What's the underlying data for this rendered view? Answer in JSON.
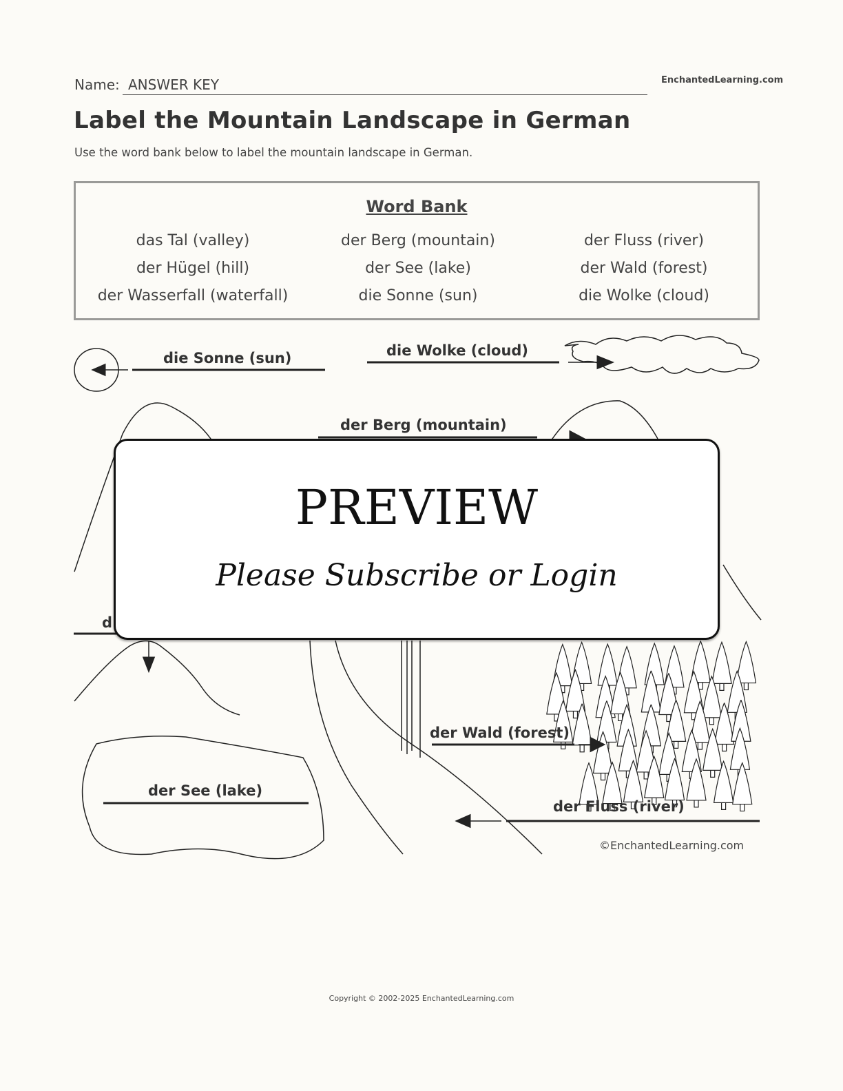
{
  "header": {
    "name_label": "Name:",
    "name_value": "ANSWER KEY",
    "site": "EnchantedLearning.com",
    "title": "Label the Mountain Landscape in German",
    "subtitle": "Use the word bank below to label the mountain landscape in German."
  },
  "word_bank": {
    "title": "Word Bank",
    "columns": [
      [
        "das Tal (valley)",
        "der Hügel (hill)",
        "der Wasserfall (waterfall)"
      ],
      [
        "der Berg (mountain)",
        "der See (lake)",
        "die Sonne (sun)"
      ],
      [
        "der Fluss (river)",
        "der Wald (forest)",
        "die Wolke (cloud)"
      ]
    ]
  },
  "picture": {
    "labels": {
      "sun": "die Sonne (sun)",
      "cloud": "die Wolke (cloud)",
      "mountain": "der Berg (mountain)",
      "hill_fragment": "d",
      "forest": "der Wald (forest)",
      "lake": "der See (lake)",
      "river": "der Fluss (river)"
    },
    "credit": "©EnchantedLearning.com"
  },
  "preview": {
    "title": "PREVIEW",
    "subtitle": "Please Subscribe or Login"
  },
  "footer": {
    "copyright": "Copyright © 2002-2025 EnchantedLearning.com"
  }
}
